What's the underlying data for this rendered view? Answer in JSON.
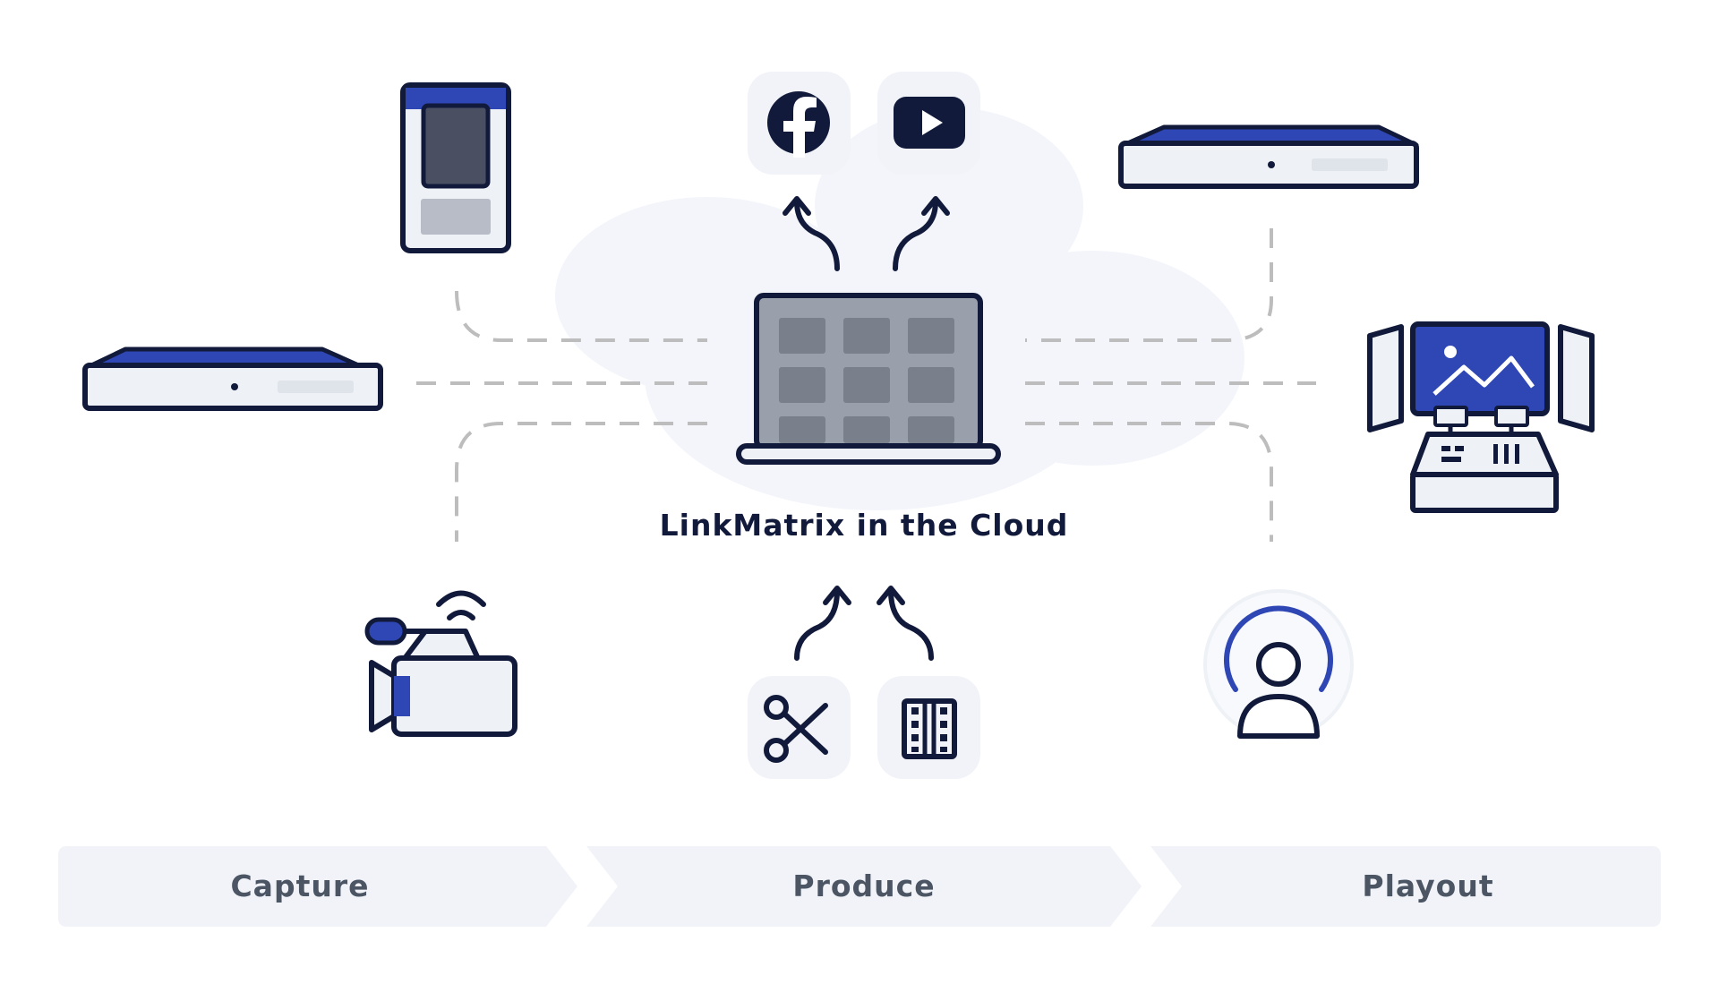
{
  "center": {
    "label": "LinkMatrix in the Cloud"
  },
  "stages": [
    {
      "label": "Capture"
    },
    {
      "label": "Produce"
    },
    {
      "label": "Playout"
    }
  ],
  "icons": {
    "destinations": [
      "facebook-icon",
      "youtube-icon"
    ],
    "production_tools": [
      "scissors-icon",
      "film-strip-icon"
    ],
    "capture_devices": [
      "mobile-encoder-icon",
      "rack-encoder-icon",
      "video-camera-icon"
    ],
    "playout_devices": [
      "rack-decoder-icon",
      "control-room-icon",
      "viewer-icon"
    ]
  },
  "colors": {
    "brand_blue": "#2f47b5",
    "outline_navy": "#111a3a",
    "screen_gray": "#4a5061",
    "tile_gray": "#9aa0ab",
    "light_panel": "#eef1f6",
    "connector_gray": "#bdbdbd",
    "stage_text": "#4b5563"
  }
}
